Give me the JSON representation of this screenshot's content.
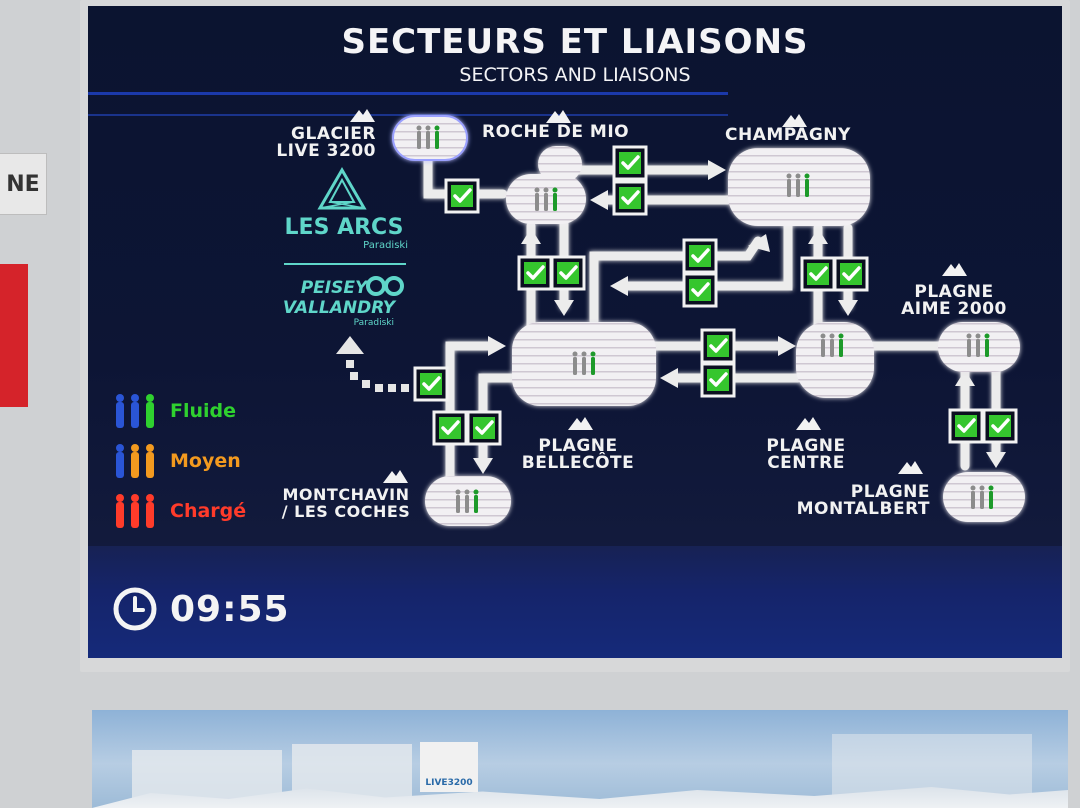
{
  "surroundings": {
    "side_sign_text": "NE",
    "bottom_panel_logo": "LIVE3200"
  },
  "header": {
    "title": "SECTEURS ET LIAISONS",
    "subtitle": "SECTORS AND LIAISONS"
  },
  "sectors": {
    "glacier": "GLACIER\nLIVE 3200",
    "roche_de_mio": "ROCHE DE MIO",
    "champagny": "CHAMPAGNY",
    "plagne_aime": "PLAGNE\nAIME 2000",
    "plagne_bellecote": "PLAGNE\nBELLECÔTE",
    "plagne_centre": "PLAGNE\nCENTRE",
    "plagne_montalbert": "PLAGNE\nMONTALBERT",
    "montchavin": "MONTCHAVIN\n/ LES COCHES"
  },
  "brands": {
    "les_arcs": "LES ARCS",
    "les_arcs_sub": "Paradiski",
    "peisey": "PEISEY",
    "vallandry": "VALLANDRY",
    "peisey_sub": "Paradiski"
  },
  "legend": [
    {
      "label": "Fluide",
      "color": "#2fd12f"
    },
    {
      "label": "Moyen",
      "color": "#f39a1f"
    },
    {
      "label": "Chargé",
      "color": "#ff3b2a"
    }
  ],
  "clock": {
    "time": "09:55"
  },
  "colors": {
    "check_green": "#35c62e",
    "person_green": "#1d9a2a",
    "person_grey": "#8c8c8c",
    "legend_blue": "#2a55d6"
  }
}
